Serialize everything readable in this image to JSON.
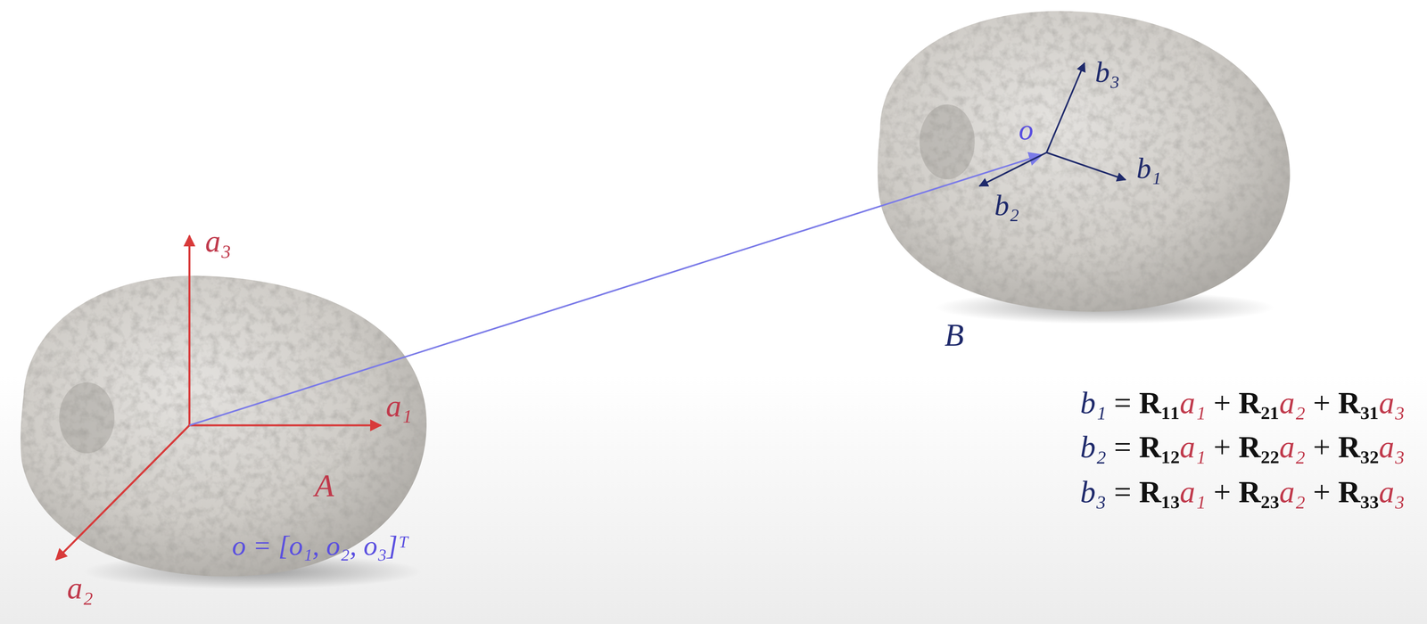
{
  "diagram": {
    "labels": [
      "a₃",
      "a₁",
      "A",
      "o = [o₁, o₂, o₃]ᵀ",
      "a₂",
      "b₃",
      "o",
      "b₁",
      "b₂",
      "B",
      "b₁ = R₁₁a₁ + R₂₁a₂ + R₃₁a₃",
      "b₂ = R₁₂a₁ + R₂₂a₂ + R₃₂a₃",
      "b₃ = R₁₃a₁ + R₂₃a₂ + R₃₃a₃"
    ]
  }
}
